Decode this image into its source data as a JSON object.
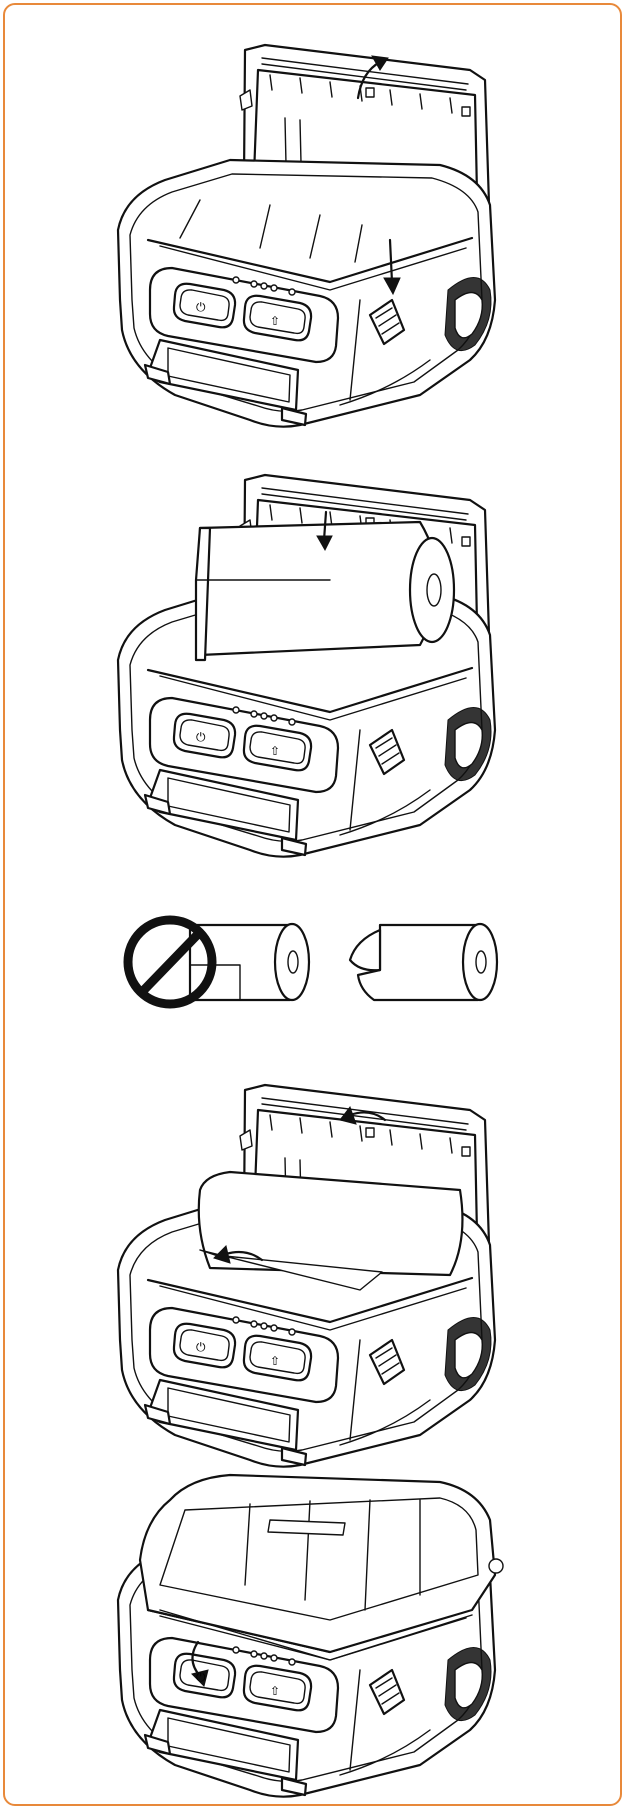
{
  "border_color": "#e8893a",
  "line_color": "#111111",
  "background": "#ffffff",
  "steps": [
    {
      "id": "step-1",
      "icons": [
        "open-cover-arrow-icon",
        "release-lever-arrow-icon",
        "power-icon",
        "feed-icon"
      ]
    },
    {
      "id": "step-2",
      "icons": [
        "insert-roll-arrow-icon",
        "power-icon",
        "feed-icon"
      ]
    },
    {
      "id": "step-3",
      "icons": [
        "incorrect-roll-orientation-icon",
        "correct-roll-orientation-icon"
      ]
    },
    {
      "id": "step-4",
      "icons": [
        "close-cover-arrow-icon",
        "pull-paper-arrow-icon",
        "power-icon",
        "feed-icon"
      ]
    },
    {
      "id": "step-5",
      "icons": [
        "tear-paper-arrow-icon",
        "power-icon",
        "feed-icon"
      ]
    }
  ]
}
